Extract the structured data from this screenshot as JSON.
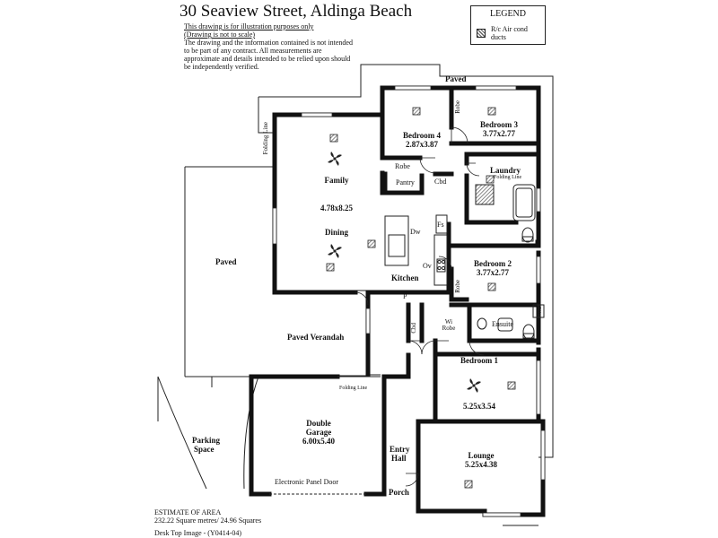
{
  "title": "30 Seaview Street, Aldinga Beach",
  "disclaimer": {
    "line1": "This drawing is for illustration purposes only",
    "line2": "(Drawing is not to scale)",
    "body": "The drawing and the information contained is not intended to be part of any contract.  All measurements are approximate and details intended to be relied upon should be independently verified."
  },
  "legend": {
    "title": "LEGEND",
    "item": "R/c Air cond ducts",
    "icon": "hatched-square-icon"
  },
  "rooms": {
    "paved_top": "Paved",
    "paved_left": "Paved",
    "bedroom4": {
      "name": "Bedroom 4",
      "size": "2.87x3.87"
    },
    "bedroom3": {
      "name": "Bedroom 3",
      "size": "3.77x2.77"
    },
    "family": {
      "name": "Family",
      "size": "4.78x8.25"
    },
    "dining": "Dining",
    "kitchen": "Kitchen",
    "laundry": "Laundry",
    "bedroom2": {
      "name": "Bedroom 2",
      "size": "3.77x2.77"
    },
    "paved_verandah": "Paved Verandah",
    "ensuite": "Ensuite",
    "bedroom1": {
      "name": "Bedroom 1",
      "size": "5.25x3.54"
    },
    "garage": {
      "name1": "Double",
      "name2": "Garage",
      "size": "6.00x5.40"
    },
    "electronic_door": "Electronic Panel Door",
    "parking": {
      "line1": "Parking",
      "line2": "Space"
    },
    "entry": {
      "line1": "Entry",
      "line2": "Hall"
    },
    "porch": "Porch",
    "lounge": {
      "name": "Lounge",
      "size": "5.25x4.38"
    }
  },
  "fixtures": {
    "robe": "Robe",
    "pantry": "Pantry",
    "cbd": "Cbd",
    "dw": "Dw",
    "fs": "Fs",
    "ov": "Ov",
    "p": "P",
    "wi_robe_1": "Wi",
    "wi_robe_2": "Robe",
    "folding_line": "Folding Line",
    "wc": "WC"
  },
  "estimate": {
    "heading": "ESTIMATE OF AREA",
    "value": "232.22 Square metres/  24.96 Squares"
  },
  "footer": "Desk Top Image - (Y0414-04)",
  "colors": {
    "wall": "#111111",
    "line": "#222222",
    "hatch": "#555555"
  }
}
